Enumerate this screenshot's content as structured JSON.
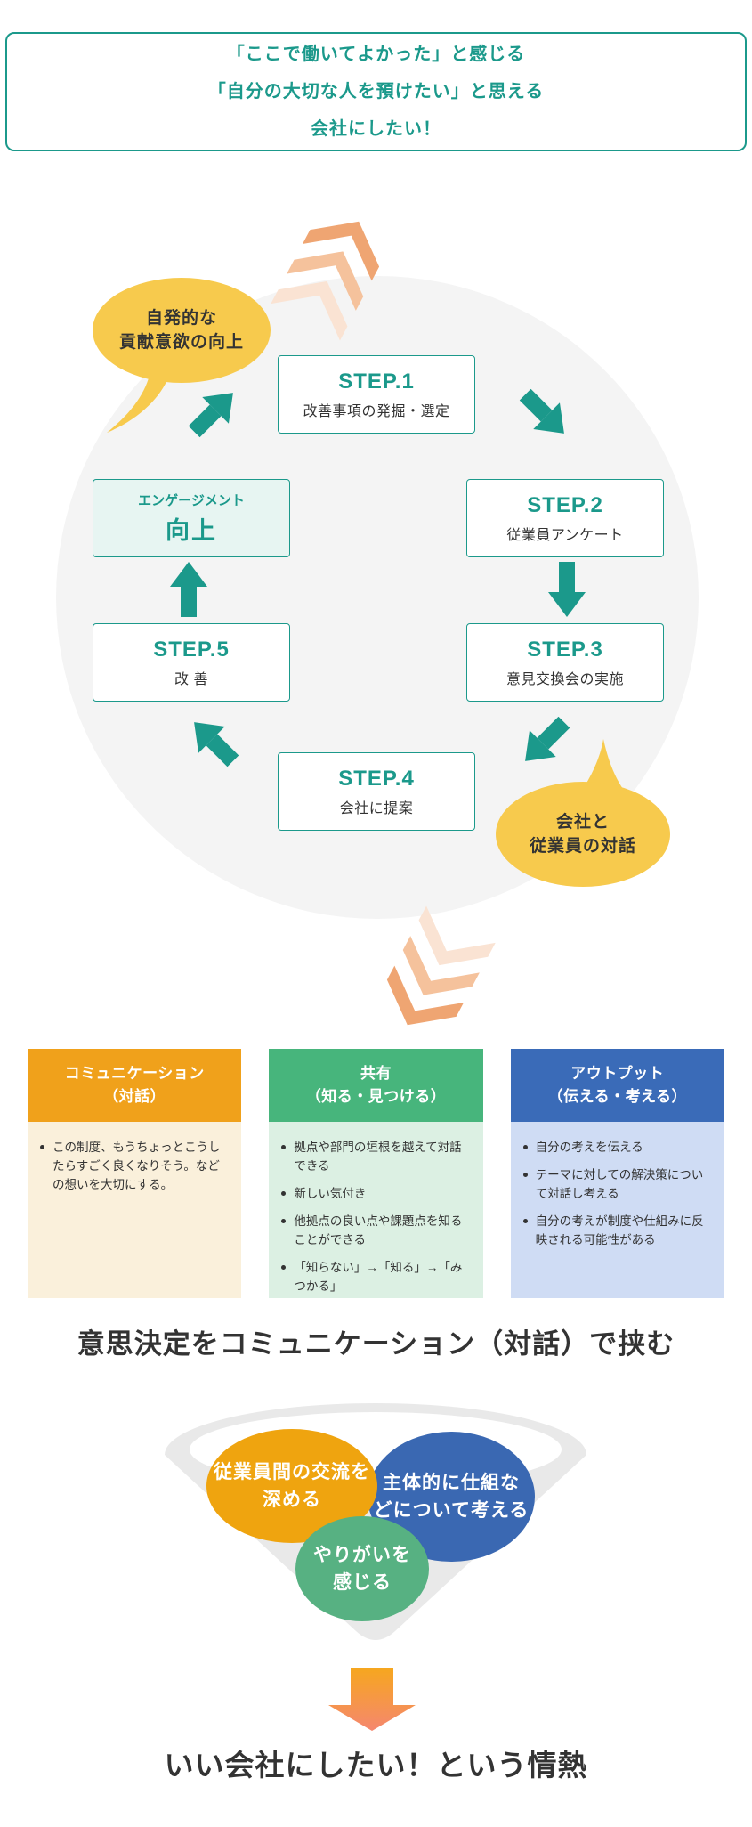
{
  "goal_box": {
    "lines": [
      "「ここで働いてよかった」と感じる",
      "「自分の大切な人を預けたい」と思える",
      "会社にしたい！"
    ]
  },
  "cycle": {
    "bubble_top": {
      "line1": "自発的な",
      "line2": "貢献意欲の向上"
    },
    "bubble_bottom": {
      "line1": "会社と",
      "line2": "従業員の対話"
    },
    "engagement": {
      "label": "エンゲージメント",
      "value": "向上"
    },
    "steps": [
      {
        "label": "STEP.1",
        "desc": "改善事項の発掘・選定"
      },
      {
        "label": "STEP.2",
        "desc": "従業員アンケート"
      },
      {
        "label": "STEP.3",
        "desc": "意見交換会の実施"
      },
      {
        "label": "STEP.4",
        "desc": "会社に提案"
      },
      {
        "label": "STEP.5",
        "desc": "改 善"
      }
    ]
  },
  "columns": [
    {
      "title_line1": "コミュニケーション",
      "title_line2": "（対話）",
      "header_color": "#f0a11b",
      "body_color": "#faf0db",
      "bullets": [
        "この制度、もうちょっとこうしたらすごく良くなりそう。などの想いを大切にする。"
      ]
    },
    {
      "title_line1": "共有",
      "title_line2": "（知る・見つける）",
      "header_color": "#47b57c",
      "body_color": "#dcf0e3",
      "bullets": [
        "拠点や部門の垣根を越えて対話できる",
        "新しい気付き",
        "他拠点の良い点や課題点を知ることができる",
        "「知らない」→「知る」→「みつかる」"
      ]
    },
    {
      "title_line1": "アウトプット",
      "title_line2": "（伝える・考える）",
      "header_color": "#3a6bb8",
      "body_color": "#cfdcf4",
      "bullets": [
        "自分の考えを伝える",
        "テーマに対しての解決策について対話し考える",
        "自分の考えが制度や仕組みに反映される可能性がある"
      ]
    }
  ],
  "mid_heading": "意思決定をコミュニケーション（対話）で挟む",
  "funnel": {
    "circles": [
      {
        "line1": "従業員間の交流を",
        "line2": "深める",
        "color": "#efa40f"
      },
      {
        "line1": "主体的に仕組な",
        "line2": "どについて考える",
        "color": "#3a68b2"
      },
      {
        "line1": "やりがいを",
        "line2": "感じる",
        "color": "#57b182"
      }
    ]
  },
  "bottom_heading": "いい会社にしたい！という情熱",
  "colors": {
    "teal": "#1b998b",
    "teal_light_fill": "#e7f5f2",
    "circle_gray": "#f4f4f4",
    "funnel_gray": "#e9e9e9",
    "bubble_yellow": "#f7ca4d",
    "chevron_dark": "#efa572",
    "chevron_mid": "#f5c29c",
    "chevron_light": "#fae3d3",
    "gradient_arrow_top": "#f6a71e",
    "gradient_arrow_bottom": "#f5876f"
  }
}
